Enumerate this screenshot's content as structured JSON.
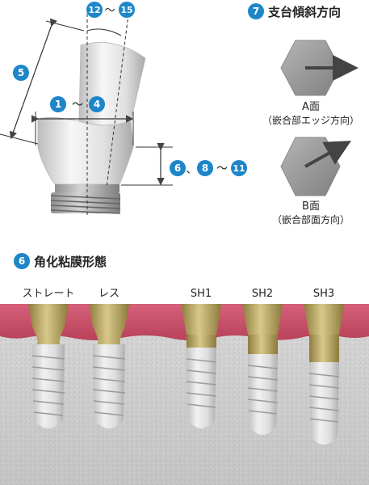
{
  "colors": {
    "badge_blue": "#1c86c8",
    "bone_gray": "#cfcfcf",
    "gum_pink": "#c94f62",
    "gold": "#b8a562",
    "implant_silver": "#d8d8d8",
    "hex_gray": "#9a9a9a",
    "arrow_dark": "#444444"
  },
  "abutment": {
    "top_range": {
      "start": "12",
      "sep": "〜",
      "end": "15"
    },
    "side_label": "5",
    "width_range": {
      "start": "1",
      "sep": "〜",
      "end": "4"
    },
    "height_range": {
      "first": "6",
      "comma": "、",
      "start": "8",
      "sep": "〜",
      "end": "11"
    }
  },
  "tilt_direction": {
    "badge": "7",
    "title": "支台傾斜方向",
    "a_label": "A面",
    "a_desc": "（嵌合部エッジ方向）",
    "b_label": "B面",
    "b_desc": "（嵌合部面方向）"
  },
  "mucosa": {
    "badge": "6",
    "title": "角化粘膜形態",
    "types": [
      "ストレート",
      "レス",
      "SH1",
      "SH2",
      "SH3"
    ]
  }
}
